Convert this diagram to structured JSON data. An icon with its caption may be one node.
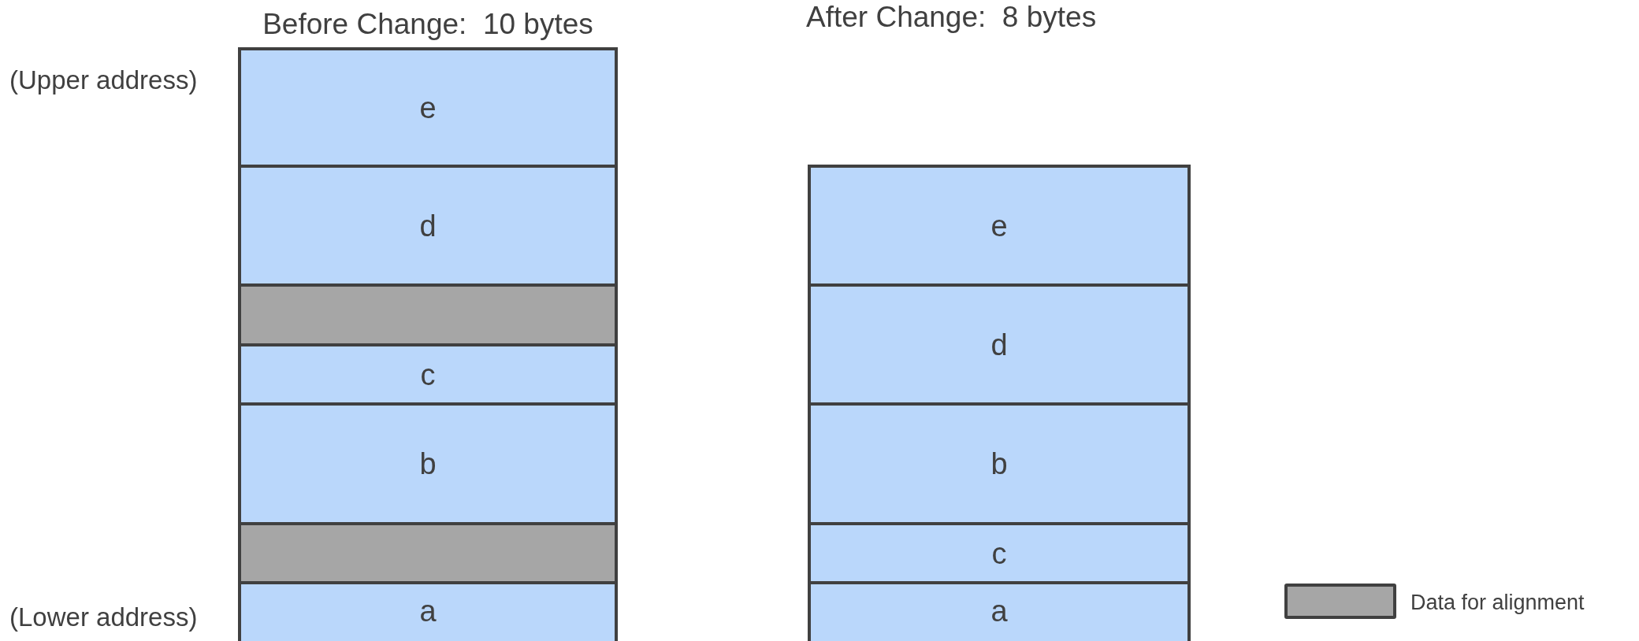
{
  "diagram": {
    "nodes": [
      {
        "text": [
          "e"
        ]
      },
      {
        "text": [
          "d"
        ]
      },
      {
        "text": [],
        "shape": "box"
      },
      {
        "text": [
          "c"
        ]
      },
      {
        "text": [
          "b"
        ]
      },
      {
        "text": [],
        "shape": "box"
      },
      {
        "text": [
          "a"
        ]
      },
      {
        "text": [
          "e"
        ]
      },
      {
        "text": [
          "d"
        ]
      },
      {
        "text": [
          "b"
        ]
      },
      {
        "text": [
          "c"
        ]
      },
      {
        "text": [
          "a"
        ]
      }
    ],
    "edges": [],
    "labels": [
      "Before Change:  10 bytes",
      "After Change:  8 bytes",
      "(Upper address)",
      "(Lower address)"
    ],
    "legend": [
      {
        "text": "Data for alignment",
        "color": "#a6a6a6"
      }
    ]
  }
}
